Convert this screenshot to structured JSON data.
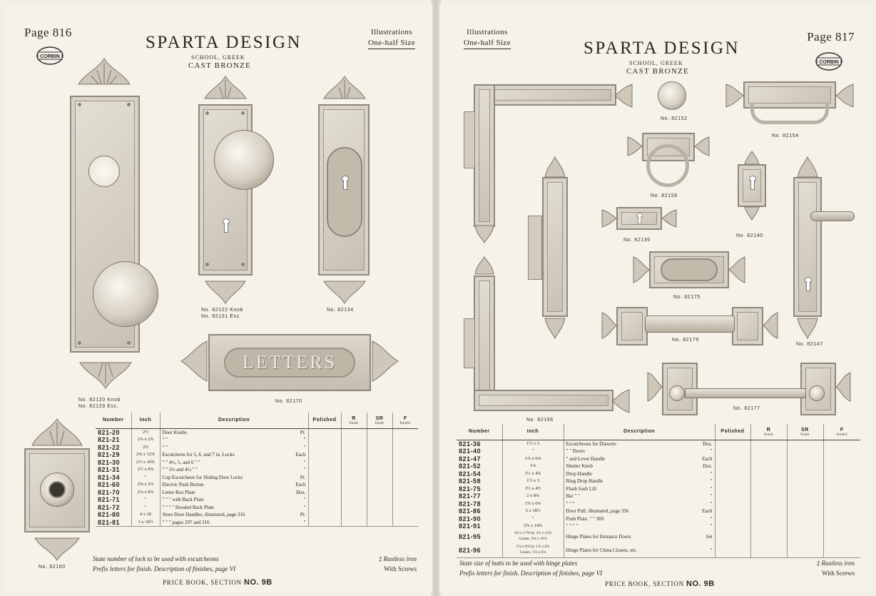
{
  "left": {
    "page_number": "Page 816",
    "illustrations_line1": "Illustrations",
    "illustrations_line2": "One-half Size",
    "title": "SPARTA DESIGN",
    "subtitle": "SCHOOL, GREEK",
    "material": "CAST BRONZE",
    "logo_text": "CORBIN",
    "captions": {
      "c82120_1": "No. 82120 Knob",
      "c82120_2": "No. 82129 Esc.",
      "c82122_1": "No. 82122 Knob",
      "c82122_2": "No. 82131 Esc.",
      "c82134": "No. 82134",
      "c82170": "No. 82170",
      "c82160": "No. 82160"
    },
    "mail_slot_text": "LETTERS",
    "table": {
      "headers": {
        "number": "Number",
        "inch": "Inch",
        "description": "Description",
        "polished": "Polished",
        "r": "R",
        "r_sub": "finish",
        "sr": "SR",
        "sr_sub": "finish",
        "f": "F",
        "f_sub": "finish‡"
      },
      "rows": [
        {
          "number": "821-20",
          "inch": "2½",
          "desc": "Door Knobs",
          "unit": "Pr."
        },
        {
          "number": "821-21",
          "inch": "2⅞ x 2¾",
          "desc": "\"      \"",
          "unit": "\""
        },
        {
          "number": "821-22",
          "inch": "2¾",
          "desc": "\"      \"",
          "unit": "\""
        },
        {
          "number": "821-29",
          "inch": "2⅝ x 12⅝",
          "desc": "Escutcheon for 5, 6, and 7 in. Locks",
          "unit": "Each"
        },
        {
          "number": "821-30",
          "inch": "2½ x 10¾",
          "desc": "\"        \"   4½, 5, and 6  \"   \"",
          "unit": "\""
        },
        {
          "number": "821-31",
          "inch": "2½ x 8⅝",
          "desc": "\"        \"   3½ and 4½  \"   \"",
          "unit": "\""
        },
        {
          "number": "821-34",
          "inch": "\"",
          "desc": "Cup Escutcheon for Sliding Door Locks",
          "unit": "Pr."
        },
        {
          "number": "821-60",
          "inch": "2⅝ x 5⅛",
          "desc": "Electric Push Button",
          "unit": "Each"
        },
        {
          "number": "821-70",
          "inch": "2⅛ x 8⅞",
          "desc": "Letter Box Plate",
          "unit": "Doz."
        },
        {
          "number": "821-71",
          "inch": "\"",
          "desc": "\"    \"    \"   with Back Plate",
          "unit": "\""
        },
        {
          "number": "821-72",
          "inch": "\"",
          "desc": "\"    \"    \"     \"  Hooded Back Plate",
          "unit": "\""
        },
        {
          "number": "821-80",
          "inch": "4 x 20",
          "desc": "Store Door Handles, illustrated, page 316",
          "unit": "Pr."
        },
        {
          "number": "821-81",
          "inch": "3 x 18½",
          "desc": "\"     \"      \"            pages 297 and 316",
          "unit": "\""
        }
      ]
    },
    "footer_line1": "State number of lock to be used with escutcheons",
    "footer_line2": "Prefix letters for finish.  Description of finishes, page VI",
    "footer_right1": "‡ Rustless iron",
    "footer_right2": "With Screws",
    "section_prefix": "PRICE BOOK, SECTION",
    "section_number": "NO. 9B"
  },
  "right": {
    "page_number": "Page 817",
    "illustrations_line1": "Illustrations",
    "illustrations_line2": "One-half Size",
    "title": "SPARTA DESIGN",
    "subtitle": "SCHOOL, GREEK",
    "material": "CAST BRONZE",
    "logo_text": "CORBIN",
    "captions": {
      "c82152": "No. 82152",
      "c82154": "No. 82154",
      "c82158": "No. 82158",
      "c82136": "No. 82136",
      "c82140": "No. 82140",
      "c82175": "No. 82175",
      "c82179": "No. 82179",
      "c82147": "No. 82147",
      "c82196": "No. 82196",
      "c82177": "No. 82177"
    },
    "table": {
      "headers": {
        "number": "Number",
        "inch": "Inch",
        "description": "Description",
        "polished": "Polished",
        "r": "R",
        "r_sub": "finish",
        "sr": "SR",
        "sr_sub": "finish",
        "f": "F",
        "f_sub": "finish‡"
      },
      "rows": [
        {
          "number": "821-36",
          "inch": "1½ x 3",
          "desc": "Escutcheons for Drawers",
          "unit": "Doz."
        },
        {
          "number": "821-40",
          "inch": "\"",
          "desc": "\"          \" Doors",
          "unit": "\""
        },
        {
          "number": "821-47",
          "inch": "1⅞ x 6⅜",
          "desc": "\"     and Lever Handle",
          "unit": "Each"
        },
        {
          "number": "821-52",
          "inch": "1⅛",
          "desc": "Shutter Knob",
          "unit": "Doz."
        },
        {
          "number": "821-54",
          "inch": "1½ x 4¾",
          "desc": "Drop Handle",
          "unit": "\""
        },
        {
          "number": "821-58",
          "inch": "1½ x 3",
          "desc": "Ring Drop Handle",
          "unit": "\""
        },
        {
          "number": "821-75",
          "inch": "1½ x 4½",
          "desc": "Flush Sash Lift",
          "unit": "\""
        },
        {
          "number": "821-77",
          "inch": "2 x 8⅜",
          "desc": "Bar    \"     \"",
          "unit": "\""
        },
        {
          "number": "821-78",
          "inch": "1⅞ x 6⅛",
          "desc": "\"     \"     \"",
          "unit": "\""
        },
        {
          "number": "821-86",
          "inch": "3 x 18½",
          "desc": "Door Pull, illustrated, page 356",
          "unit": "Each"
        },
        {
          "number": "821-90",
          "inch": "\"",
          "desc": "Push Plate,      \"          \"   369",
          "unit": "\""
        },
        {
          "number": "821-91",
          "inch": "2⅞ x 14⅞",
          "desc": "\"      \"        \"          \"",
          "unit": "\""
        }
      ],
      "tall_rows": [
        {
          "number": "821-95",
          "inch1": "3⅜ x 17⅜ by 3⅞ x 14⅞",
          "inch2": "Center, 3⅜ x 19⅞",
          "desc": "Hinge Plates for Entrance Doors",
          "unit": "Set"
        },
        {
          "number": "821-96",
          "inch1": "1⅞ x 8⅞ by 1⅞ x 6⅞",
          "inch2": "Center, 1⅞ x 6⅞",
          "desc": "Hinge Plates for China Closets, etc.",
          "unit": "\""
        }
      ]
    },
    "footer_line1": "State size of butts to be used with hinge plates",
    "footer_line2": "Prefix letters for finish.  Description of finishes, page VI",
    "footer_right1": "‡ Rustless iron",
    "footer_right2": "With Screws",
    "section_prefix": "PRICE BOOK, SECTION",
    "section_number": "NO. 9B"
  }
}
